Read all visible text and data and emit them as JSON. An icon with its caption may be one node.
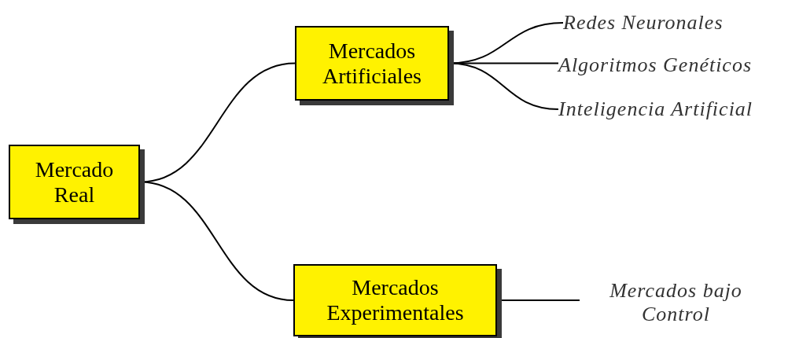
{
  "diagram": {
    "nodes": [
      {
        "text": [
          "Mercado Real"
        ]
      },
      {
        "text": [
          "Mercados Artificiales"
        ]
      },
      {
        "text": [
          "Mercados Experimentales"
        ]
      },
      {
        "text": [
          "Redes Neuronales"
        ]
      },
      {
        "text": [
          "Algoritmos Genéticos"
        ]
      },
      {
        "text": [
          "Inteligencia Artificial"
        ]
      },
      {
        "text": [
          "Mercados bajo Control"
        ]
      }
    ],
    "edges": [
      {
        "from": 0,
        "to": 1,
        "arrow": "none"
      },
      {
        "from": 0,
        "to": 2,
        "arrow": "none"
      },
      {
        "from": 1,
        "to": 3,
        "arrow": "none"
      },
      {
        "from": 1,
        "to": 4,
        "arrow": "none"
      },
      {
        "from": 1,
        "to": 5,
        "arrow": "none"
      },
      {
        "from": 2,
        "to": 6,
        "arrow": "none"
      }
    ]
  }
}
